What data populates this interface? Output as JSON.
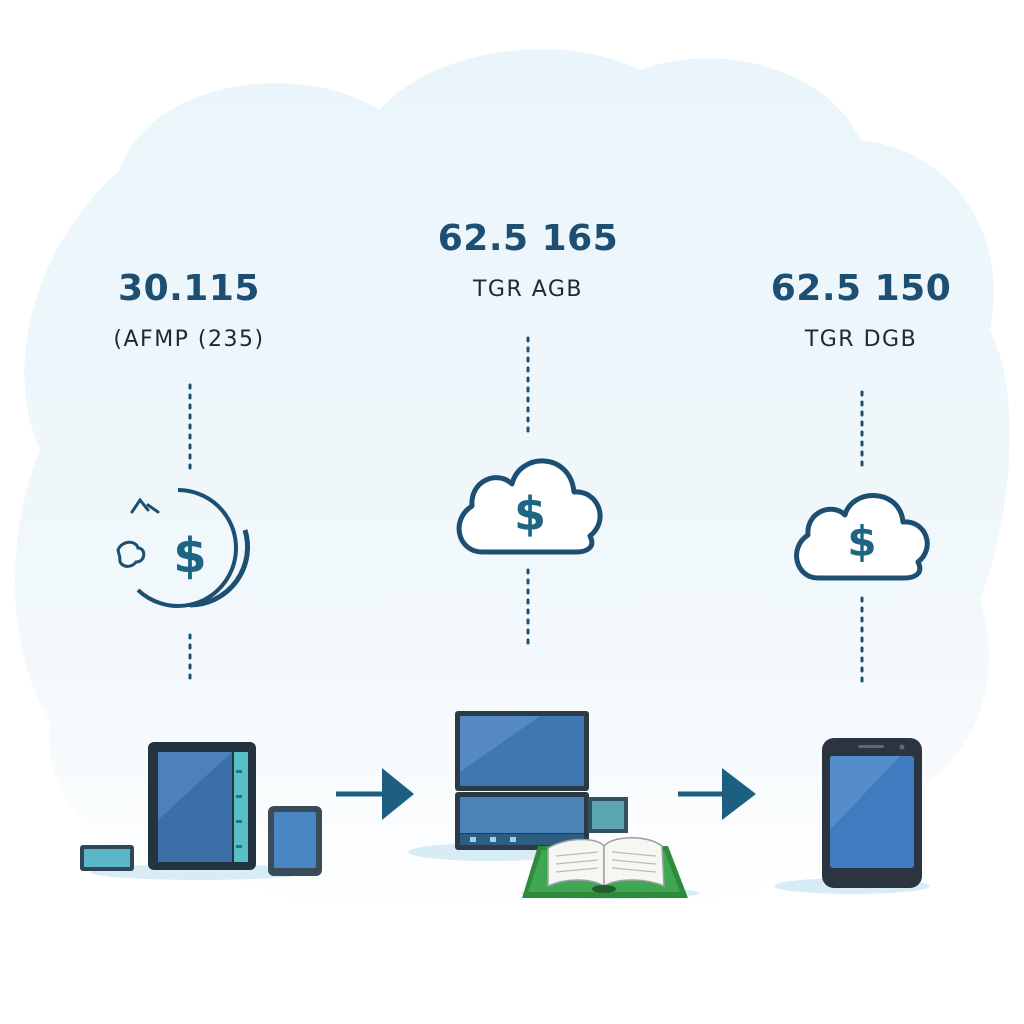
{
  "columns": [
    {
      "value": "30.115",
      "label": "(AFMP (235)",
      "icon": "dollar-refresh-icon",
      "device": "tablet-devices-icon"
    },
    {
      "value": "62.5 165",
      "label": "TGR AGB",
      "icon": "cloud-dollar-icon",
      "device": "laptop-book-icon"
    },
    {
      "value": "62.5 150",
      "label": "TGR DGB",
      "icon": "cloud-dollar-icon",
      "device": "smartphone-icon"
    }
  ],
  "colors": {
    "accent": "#1d5f80",
    "text_dark": "#1d4f73",
    "cloud_bg": "#eef7fb",
    "screen_blue": "#4a7fb8"
  }
}
